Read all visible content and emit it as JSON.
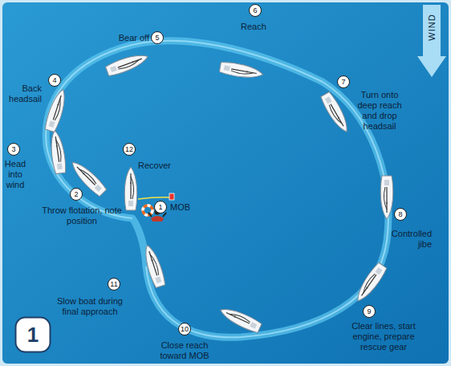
{
  "diagram": {
    "nodes": [
      {
        "text": [
          "WIND"
        ]
      },
      {
        "text": [
          "1"
        ]
      }
    ],
    "labels": [
      "1",
      "MOB",
      "2",
      "Throw flotation, note position",
      "3",
      "Head into wind",
      "4",
      "Back headsail",
      "5",
      "Bear off",
      "6",
      "Reach",
      "7",
      "Turn onto deep reach and drop headsail",
      "8",
      "Controlled jibe",
      "9",
      "Clear lines, start engine, prepare rescue gear",
      "10",
      "Close reach toward MOB",
      "11",
      "Slow boat during final approach",
      "12",
      "Recover"
    ]
  }
}
